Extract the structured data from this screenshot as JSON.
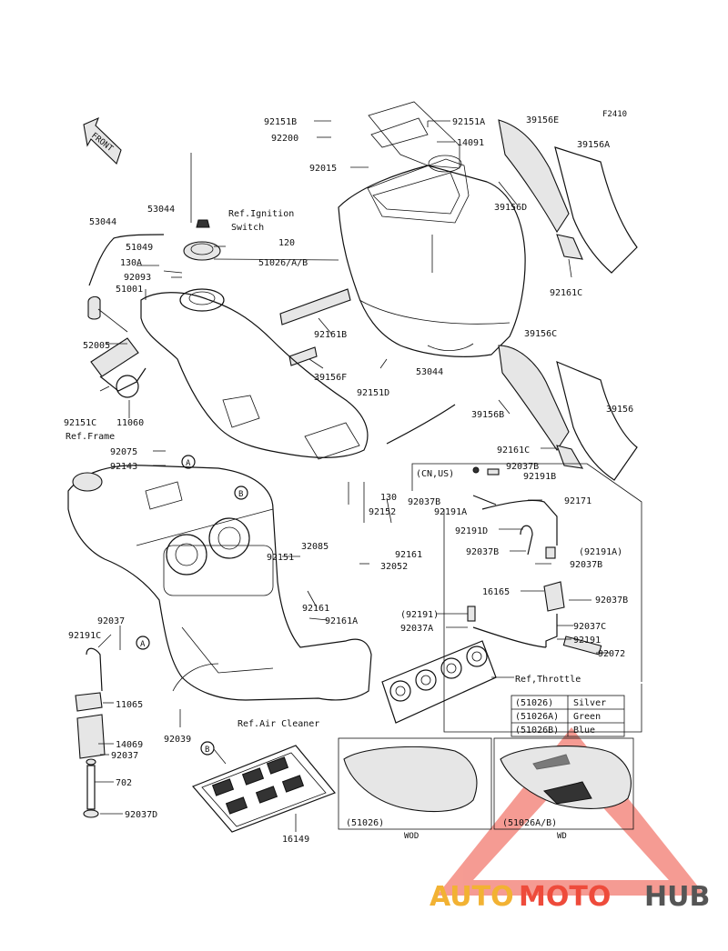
{
  "figure_code": "F2410",
  "front_arrow": "FRONT",
  "labels": {
    "l92151B": "92151B",
    "l92200": "92200",
    "l92151A": "92151A",
    "l14091": "14091",
    "l39156E": "39156E",
    "l39156A": "39156A",
    "l92015": "92015",
    "l39156D": "39156D",
    "l53044a": "53044",
    "l53044b": "53044",
    "l53044c": "53044",
    "ref_ign1": "Ref.Ignition",
    "ref_ign2": "Switch",
    "l120": "120",
    "l51049": "51049",
    "l130A": "130A",
    "l51026AB": "51026/A/B",
    "l92093": "92093",
    "l51001": "51001",
    "l92161C_a": "92161C",
    "l92161B": "92161B",
    "l39156C": "39156C",
    "l52005": "52005",
    "l39156F": "39156F",
    "l92151D": "92151D",
    "l92151C": "92151C",
    "l11060": "11060",
    "ref_frame": "Ref.Frame",
    "l39156B": "39156B",
    "l39156": "39156",
    "l92075": "92075",
    "l92161C_b": "92161C",
    "l92143": "92143",
    "cnus": "(CN,US)",
    "l92037B_a": "92037B",
    "l92191B": "92191B",
    "l130": "130",
    "l92037B_b": "92037B",
    "l92171": "92171",
    "l92152": "92152",
    "l92191A": "92191A",
    "l92191D": "92191D",
    "l92037B_c": "92037B",
    "l92191A_p": "(92191A)",
    "l92151": "92151",
    "l32085": "32085",
    "l92161": "92161",
    "l92037B_d": "92037B",
    "l32052": "32052",
    "l16165": "16165",
    "l92037B_e": "92037B",
    "l92161_b": "92161",
    "l92191_p": "(92191)",
    "l92161A": "92161A",
    "l92037C": "92037C",
    "l92037A": "92037A",
    "l92191": "92191",
    "l92072": "92072",
    "l92037": "92037",
    "l92191C": "92191C",
    "ref_throttle": "Ref,Throttle",
    "l11065": "11065",
    "l92039": "92039",
    "ref_air": "Ref.Air Cleaner",
    "l14069": "14069",
    "l92037_b": "92037",
    "l702": "702",
    "l92037D": "92037D",
    "l16149": "16149",
    "l51026_wod": "(51026)",
    "wod": "WOD",
    "l51026AB_wd": "(51026A/B)",
    "wd": "WD",
    "circle_A": "A",
    "circle_B": "B"
  },
  "color_table": {
    "rows": [
      {
        "code": "(51026)",
        "color": "Silver"
      },
      {
        "code": "(51026A)",
        "color": "Green"
      },
      {
        "code": "(51026B)",
        "color": "Blue"
      }
    ]
  },
  "watermark": {
    "part1": "AUTO",
    "part2": "MOTO",
    "part3": "HUB",
    "colors": {
      "auto": "#f2b233",
      "moto": "#ee4b3b",
      "hub": "#555555",
      "triangle": "#ee4b3b"
    }
  }
}
